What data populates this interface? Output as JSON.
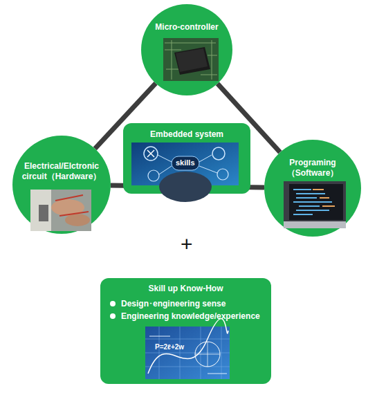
{
  "diagram": {
    "nodes": [
      {
        "text": [
          "Micro-controller"
        ]
      },
      {
        "text": [
          "Embedded system"
        ]
      },
      {
        "text": [
          "Electrical/Elctronic circuit（Hardware）"
        ]
      },
      {
        "text": [
          "Programing（Software）"
        ]
      },
      {
        "text": [
          "Skill up Know-How",
          "Design･engineering sense",
          "Engineering knowledge/experience"
        ]
      }
    ],
    "edges": [
      {
        "from": 0,
        "to": 2,
        "arrow": "none"
      },
      {
        "from": 0,
        "to": 3,
        "arrow": "none"
      },
      {
        "from": 2,
        "to": 3,
        "arrow": "none"
      }
    ],
    "labels": [
      "+",
      "skills",
      "P=2ℓ+2w"
    ]
  }
}
